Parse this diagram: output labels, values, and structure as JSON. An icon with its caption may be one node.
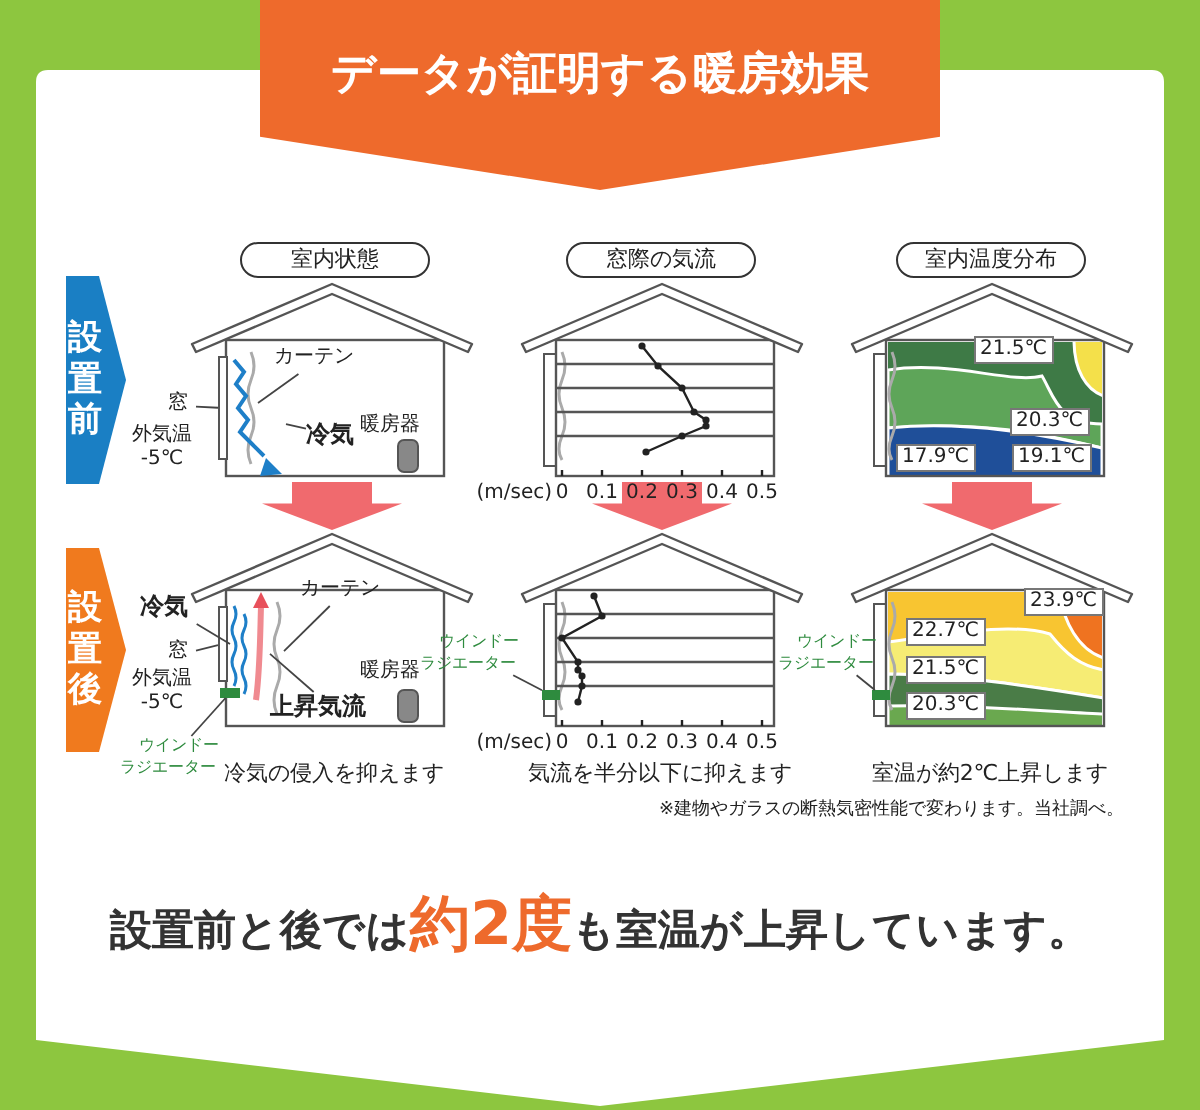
{
  "diagram": {
    "title": "データが証明する暖房効果",
    "caption": "設置前と後では**約2度**も室温が上昇しています。",
    "nodes": [
      {
        "text": [
          "設置前"
        ]
      },
      {
        "text": [
          "室内状態"
        ]
      },
      {
        "text": [
          "窓際の気流"
        ]
      },
      {
        "text": [
          "室内温度分布"
        ]
      },
      {
        "text": [],
        "shape": "picture"
      },
      {
        "text": [],
        "shape": "picture"
      },
      {
        "text": [],
        "shape": "picture"
      },
      {
        "text": [
          "カーテン"
        ],
        "in": 4
      },
      {
        "text": [
          "窓"
        ]
      },
      {
        "text": [
          "冷気"
        ],
        "in": 4
      },
      {
        "text": [
          "設置後"
        ]
      },
      {
        "text": [],
        "shape": "picture"
      },
      {
        "text": [],
        "shape": "picture"
      },
      {
        "text": [],
        "shape": "picture"
      },
      {
        "text": [
          "冷気"
        ]
      },
      {
        "text": [
          "カーテン"
        ],
        "in": 11
      },
      {
        "text": [
          "窓"
        ]
      },
      {
        "text": [
          "上昇気流"
        ],
        "in": 11
      },
      {
        "text": [
          "ウインドーラジエーター"
        ]
      },
      {
        "text": [
          "ウインドーラジエーター"
        ]
      },
      {
        "text": [
          "ウインドーラジエーター"
        ]
      },
      {
        "text": [],
        "shape": "curtain",
        "in": 4
      },
      {
        "text": [],
        "shape": "box",
        "in": 4
      },
      {
        "text": [],
        "shape": "arrow",
        "in": 4
      },
      {
        "text": [],
        "shape": "arrow",
        "in": 11
      },
      {
        "text": [],
        "shape": "curtain",
        "in": 11
      },
      {
        "text": [],
        "shape": "box",
        "in": 11
      },
      {
        "text": [],
        "shape": "arrow",
        "in": 11
      },
      {
        "text": [],
        "shape": "box",
        "in": 11
      },
      {
        "text": [],
        "shape": "box",
        "in": 12
      },
      {
        "text": [],
        "shape": "box",
        "in": 13
      }
    ],
    "edges": [
      {
        "from": 4,
        "to": 11,
        "arrow": "to",
        "style": "thick",
        "color": "#f06a6e"
      },
      {
        "from": 5,
        "to": 12,
        "arrow": "to",
        "style": "thick",
        "color": "#f06a6e"
      },
      {
        "from": 6,
        "to": 13,
        "arrow": "to",
        "style": "thick",
        "color": "#f06a6e"
      },
      {
        "from": 7,
        "to": 21,
        "arrow": "none"
      },
      {
        "from": 8,
        "to": 22,
        "arrow": "none"
      },
      {
        "from": 9,
        "to": 23,
        "arrow": "none"
      },
      {
        "from": 14,
        "to": 24,
        "arrow": "none"
      },
      {
        "from": 15,
        "to": 25,
        "arrow": "none"
      },
      {
        "from": 16,
        "to": 26,
        "arrow": "none"
      },
      {
        "from": 17,
        "to": 27,
        "arrow": "none"
      },
      {
        "from": 18,
        "to": 28,
        "arrow": "none"
      },
      {
        "from": 19,
        "to": 29,
        "arrow": "none"
      },
      {
        "from": 20,
        "to": 30,
        "arrow": "none"
      }
    ],
    "labels": [
      "外気温 -5℃",
      "暖房器",
      "(m/sec)",
      "0",
      "0.1",
      "0.2",
      "0.3",
      "0.4",
      "0.5",
      "21.5℃",
      "20.3℃",
      "17.9℃",
      "19.1℃",
      "外気温 -5℃",
      "暖房器",
      "(m/sec)",
      "0",
      "0.1",
      "0.2",
      "0.3",
      "0.4",
      "0.5",
      "23.9℃",
      "22.7℃",
      "21.5℃",
      "20.3℃",
      "冷気の侵入を抑えます",
      "気流を半分以下に抑えます",
      "室温が約2℃上昇します",
      "※建物やガラスの断熱気密性能で変わります。当社調べ。"
    ]
  }
}
